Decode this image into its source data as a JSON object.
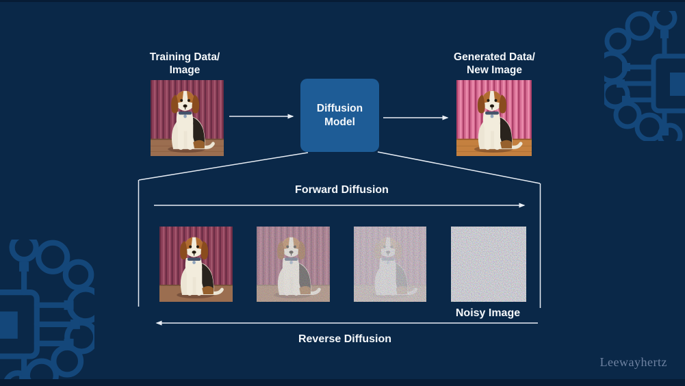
{
  "colors": {
    "bg": "#0a2848",
    "edge": "#071c35",
    "box": "#1e5c96",
    "line": "#e9eef5",
    "text": "#f5f8fb",
    "decor": "#14477a",
    "watermark": "#6e82a1"
  },
  "flow": {
    "training_label_line1": "Training Data/",
    "training_label_line2": "Image",
    "model_label_line1": "Diffusion",
    "model_label_line2": "Model",
    "generated_label_line1": "Generated Data/",
    "generated_label_line2": "New Image"
  },
  "detail": {
    "forward_label": "Forward Diffusion",
    "noisy_image_label": "Noisy Image",
    "reverse_label": "Reverse Diffusion",
    "stages": [
      {
        "name": "original image",
        "noise_level": 0
      },
      {
        "name": "lightly noised image",
        "noise_level": 0.5
      },
      {
        "name": "heavily noised image",
        "noise_level": 0.82
      },
      {
        "name": "pure noise image",
        "noise_level": 1
      }
    ]
  },
  "watermark": {
    "text": "Leewayhertz"
  }
}
